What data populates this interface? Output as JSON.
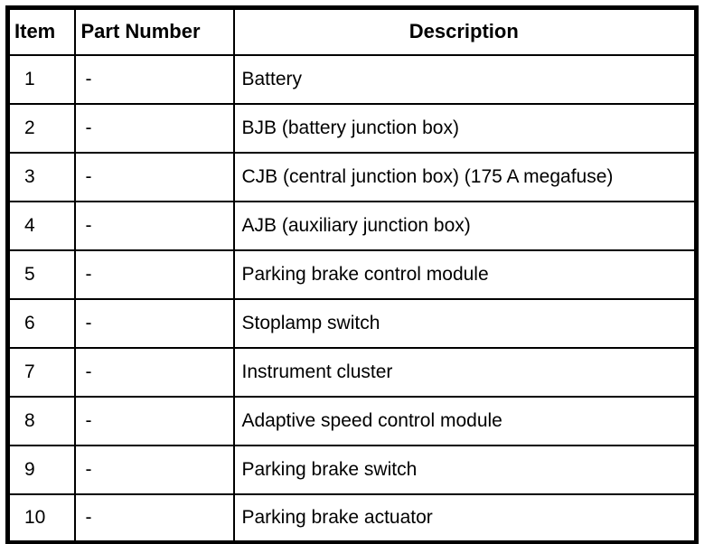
{
  "colors": {
    "background": "#ffffff",
    "border": "#000000",
    "text": "#000000"
  },
  "table": {
    "headers": {
      "item": "Item",
      "part_number": "Part Number",
      "description": "Description"
    },
    "rows": [
      {
        "item": "1",
        "part_number": "-",
        "description": "Battery"
      },
      {
        "item": "2",
        "part_number": "-",
        "description": "BJB (battery junction box)"
      },
      {
        "item": "3",
        "part_number": "-",
        "description": "CJB (central junction box) (175 A megafuse)"
      },
      {
        "item": "4",
        "part_number": "-",
        "description": "AJB (auxiliary junction box)"
      },
      {
        "item": "5",
        "part_number": "-",
        "description": "Parking brake control module"
      },
      {
        "item": "6",
        "part_number": "-",
        "description": "Stoplamp switch"
      },
      {
        "item": "7",
        "part_number": "-",
        "description": "Instrument cluster"
      },
      {
        "item": "8",
        "part_number": "-",
        "description": "Adaptive speed control module"
      },
      {
        "item": "9",
        "part_number": "-",
        "description": "Parking brake switch"
      },
      {
        "item": "10",
        "part_number": "-",
        "description": "Parking brake actuator"
      }
    ]
  }
}
